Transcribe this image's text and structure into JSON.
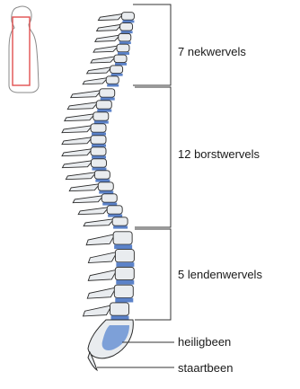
{
  "labels": {
    "cervical": "7 nekwervels",
    "thoracic": "12 borstwervels",
    "lumbar": "5 lendenwervels",
    "sacrum": "heiligbeen",
    "coccyx": "staartbeen"
  },
  "colors": {
    "bone": "#e9ecef",
    "outline": "#2b2b2b",
    "disc": "#5b82c9",
    "sacrum_fill": "#7da0d8",
    "highlight": "#e05050",
    "bracket": "#333333"
  },
  "regions": [
    {
      "name": "cervical",
      "count": 7
    },
    {
      "name": "thoracic",
      "count": 12
    },
    {
      "name": "lumbar",
      "count": 5
    }
  ]
}
